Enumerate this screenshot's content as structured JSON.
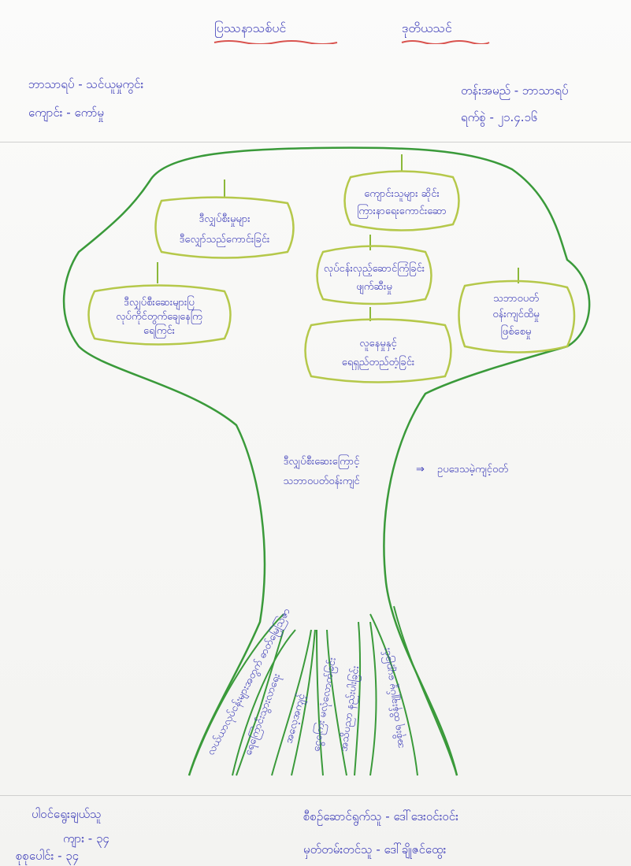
{
  "header": {
    "title_left": "ပြဿနာသစ်ပင်",
    "title_right": "ဒုတိယသင်",
    "subject": "ဘာသာရပ် - သင်ယူမှုကွင်း",
    "school": "ကျောင်း - ကော်မှု",
    "class_label": "တန်းအမည် - ဘာသာရပ်",
    "date": "ရက်စွဲ - ၂၁.၄.၁၆"
  },
  "tree": {
    "bubbles": [
      {
        "line1": "ကျောင်းသူများ ဆိုင်း",
        "line2": "ကြားနာရေးကောင်းဆော"
      },
      {
        "line1": "ဒီလျှပ်စီးမှုများ",
        "line2": "ဒီလျှော်သည်ကောင်းခြင်း"
      },
      {
        "line1": "လုပ်ငန်းလှည့်ဆောင်ကြံခြင်း",
        "line2": "ဖျက်ဆီးမှု"
      },
      {
        "line1": "ဒီလျှပ်စီးဆေးများပြ",
        "line2": "လုပ်ကိုင်တွက်ချေနေကြ",
        "line3": "ရေကြင်း"
      },
      {
        "line1": "သဘာဝပတ်",
        "line2": "ဝန်းကျင်ထိမှု",
        "line3": "ဖြစ်စေမှု"
      },
      {
        "line1": "လူနေမှုနှင့်",
        "line2": "ရေရှည်တည်တံ့ခြင်း"
      }
    ],
    "trunk_text_line1": "ဒီလျှပ်စီးဆေးကြောင့်",
    "trunk_text_line2": "သဘာဝပတ်ဝန်းကျင်",
    "arrow": "⇒",
    "trunk_result": "ဥပဒေသမဲ့ကျင့်ဝတ်",
    "roots": [
      "လယ်ယာလုပ်ငန်းများအတွက် ဓာတ်မြေဩဇာ",
      "ရေကြောင်းသွားလာရေး",
      "အလေ့အကျင့်",
      "ငွေကြေး မလုံလောက်ခြင်း",
      "အသိပညာ နည်းပါးခြင်း",
      "အစိုးရ ထိန်းချုပ်မှု ပျော့ခြင်း"
    ]
  },
  "footer": {
    "group_label": "ပါဝင်ရွေးချယ်သူ",
    "male": "ကျား - ၃၄",
    "total": "စုစုပေါင်း - ၃၄",
    "facilitator": "စီစဉ်ဆောင်ရွက်သူ - ဒေါ်ဒေးဝင်းဝင်း",
    "recorder": "မှတ်တမ်းတင်သူ - ဒေါ်ချိုဇင်ထွေး"
  },
  "colors": {
    "ink": "#3b3bb8",
    "tree_outline": "#3a9a3a",
    "bubble_outline": "#b5c84a",
    "underline": "#d9534f"
  }
}
